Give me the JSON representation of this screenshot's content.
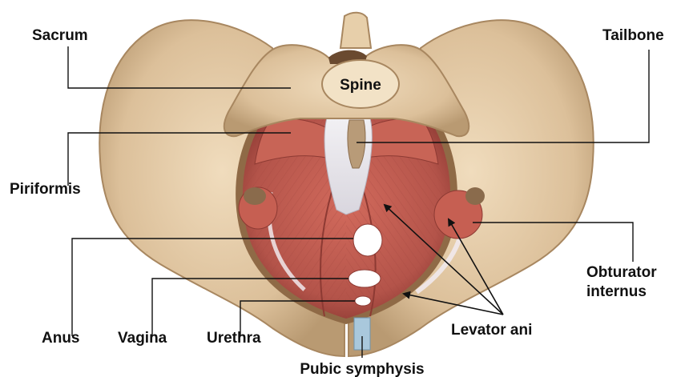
{
  "labels": {
    "sacrum": "Sacrum",
    "tailbone": "Tailbone",
    "spine": "Spine",
    "piriformis": "Piriformis",
    "obturator_line1": "Obturator",
    "obturator_line2": "internus",
    "levator_ani": "Levator ani",
    "anus": "Anus",
    "vagina": "Vagina",
    "urethra": "Urethra",
    "pubic_symphysis": "Pubic symphysis"
  },
  "colors": {
    "bone": "#e3c9a4",
    "bone_shadow": "#b99a72",
    "muscle": "#c25b4f",
    "muscle_dark": "#9b3c34",
    "tendon": "#eae8ec",
    "cartilage": "#a9c8dc",
    "leader": "#111111"
  }
}
